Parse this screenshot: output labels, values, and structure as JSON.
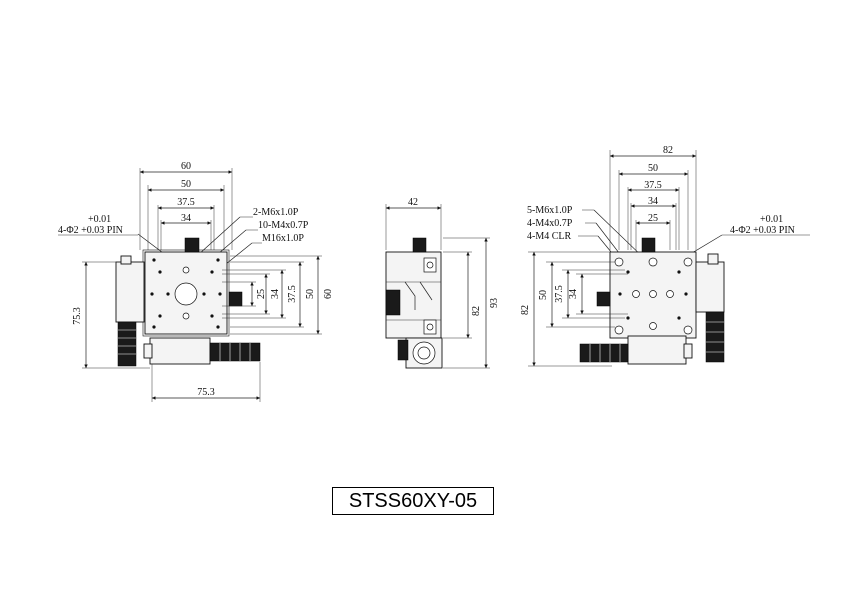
{
  "model": "STSS60XY-05",
  "front_view": {
    "dims": {
      "top_60": "60",
      "top_50": "50",
      "top_37_5": "37.5",
      "top_34": "34",
      "right_25": "25",
      "right_34": "34",
      "right_37_5": "37.5",
      "right_50": "50",
      "right_60": "60",
      "left_75_3": "75.3",
      "bottom_75_3": "75.3"
    },
    "pin_tol": "+0.01",
    "pin_label": "4-Φ2 +0.03 PIN",
    "callouts": [
      "2-M6x1.0P",
      "10-M4x0.7P",
      "M16x1.0P"
    ]
  },
  "side_view": {
    "dims": {
      "top_42": "42",
      "right_82": "82",
      "right_93": "93"
    }
  },
  "rear_view": {
    "dims": {
      "top_82": "82",
      "top_50": "50",
      "top_37_5": "37.5",
      "top_34": "34",
      "top_25": "25",
      "left_82": "82",
      "left_50": "50",
      "left_37_5": "37.5",
      "left_34": "34"
    },
    "callouts": [
      "5-M6x1.0P",
      "4-M4x0.7P",
      "4-M4 CLR"
    ],
    "pin_tol": "+0.01",
    "pin_label": "4-Φ2 +0.03 PIN"
  }
}
